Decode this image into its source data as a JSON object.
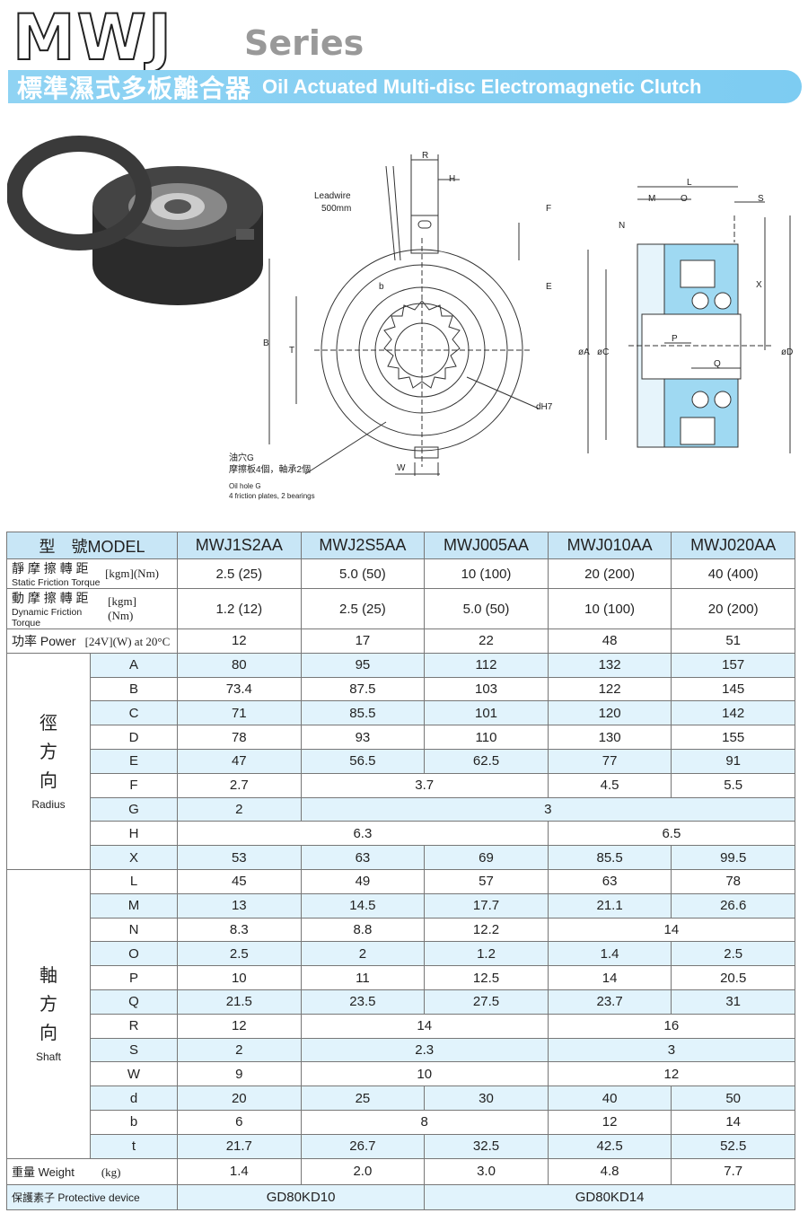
{
  "header": {
    "logo": "MWJ",
    "series": "Series",
    "title_zh": "標準濕式多板離合器",
    "title_en": "Oil Actuated Multi-disc Electromagnetic Clutch"
  },
  "diagram": {
    "leadwire": "Leadwire",
    "leadwire_len": "500mm",
    "front_labels": {
      "R": "R",
      "H": "H",
      "F": "F",
      "E": "E",
      "B": "B",
      "T": "T",
      "b": "b",
      "dH7": "dH7",
      "W": "W"
    },
    "side_labels": {
      "L": "L",
      "M": "M",
      "O": "O",
      "S": "S",
      "N": "N",
      "X": "X",
      "P": "P",
      "Q": "Q",
      "A": "øA",
      "C": "øC",
      "D": "øD"
    },
    "note_zh_1": "油穴G",
    "note_zh_2": "摩擦板4個，軸承2個",
    "note_en_1": "Oil hole G",
    "note_en_2": "4 friction plates, 2 bearings"
  },
  "table": {
    "model_label": "型　號MODEL",
    "models": [
      "MWJ1S2AA",
      "MWJ2S5AA",
      "MWJ005AA",
      "MWJ010AA",
      "MWJ020AA"
    ],
    "static": {
      "zh": "靜 摩 擦 轉 距",
      "en": "Static Friction Torque",
      "unit": "[kgm](Nm)",
      "values": [
        "2.5 (25)",
        "5.0 (50)",
        "10 (100)",
        "20 (200)",
        "40 (400)"
      ]
    },
    "dynamic": {
      "zh": "動 摩 擦 轉 距",
      "en": "Dynamic Friction Torque",
      "unit": "[kgm](Nm)",
      "values": [
        "1.2 (12)",
        "2.5 (25)",
        "5.0 (50)",
        "10 (100)",
        "20 (200)"
      ]
    },
    "power": {
      "label": "功率 Power",
      "unit": "[24V](W) at 20°C",
      "values": [
        "12",
        "17",
        "22",
        "48",
        "51"
      ]
    },
    "radius": {
      "zh": [
        "徑",
        "方",
        "向"
      ],
      "en": "Radius",
      "rows": [
        {
          "key": "A",
          "cells": [
            [
              "80",
              1
            ],
            [
              "95",
              1
            ],
            [
              "112",
              1
            ],
            [
              "132",
              1
            ],
            [
              "157",
              1
            ]
          ]
        },
        {
          "key": "B",
          "cells": [
            [
              "73.4",
              1
            ],
            [
              "87.5",
              1
            ],
            [
              "103",
              1
            ],
            [
              "122",
              1
            ],
            [
              "145",
              1
            ]
          ]
        },
        {
          "key": "C",
          "cells": [
            [
              "71",
              1
            ],
            [
              "85.5",
              1
            ],
            [
              "101",
              1
            ],
            [
              "120",
              1
            ],
            [
              "142",
              1
            ]
          ]
        },
        {
          "key": "D",
          "cells": [
            [
              "78",
              1
            ],
            [
              "93",
              1
            ],
            [
              "110",
              1
            ],
            [
              "130",
              1
            ],
            [
              "155",
              1
            ]
          ]
        },
        {
          "key": "E",
          "cells": [
            [
              "47",
              1
            ],
            [
              "56.5",
              1
            ],
            [
              "62.5",
              1
            ],
            [
              "77",
              1
            ],
            [
              "91",
              1
            ]
          ]
        },
        {
          "key": "F",
          "cells": [
            [
              "2.7",
              1
            ],
            [
              "3.7",
              2
            ],
            [
              "4.5",
              1
            ],
            [
              "5.5",
              1
            ]
          ]
        },
        {
          "key": "G",
          "cells": [
            [
              "2",
              1
            ],
            [
              "3",
              4
            ]
          ]
        },
        {
          "key": "H",
          "cells": [
            [
              "6.3",
              3
            ],
            [
              "6.5",
              2
            ]
          ]
        },
        {
          "key": "X",
          "cells": [
            [
              "53",
              1
            ],
            [
              "63",
              1
            ],
            [
              "69",
              1
            ],
            [
              "85.5",
              1
            ],
            [
              "99.5",
              1
            ]
          ]
        }
      ]
    },
    "shaft": {
      "zh": [
        "軸",
        "方",
        "向"
      ],
      "en": "Shaft",
      "rows": [
        {
          "key": "L",
          "cells": [
            [
              "45",
              1
            ],
            [
              "49",
              1
            ],
            [
              "57",
              1
            ],
            [
              "63",
              1
            ],
            [
              "78",
              1
            ]
          ]
        },
        {
          "key": "M",
          "cells": [
            [
              "13",
              1
            ],
            [
              "14.5",
              1
            ],
            [
              "17.7",
              1
            ],
            [
              "21.1",
              1
            ],
            [
              "26.6",
              1
            ]
          ]
        },
        {
          "key": "N",
          "cells": [
            [
              "8.3",
              1
            ],
            [
              "8.8",
              1
            ],
            [
              "12.2",
              1
            ],
            [
              "14",
              2
            ]
          ]
        },
        {
          "key": "O",
          "cells": [
            [
              "2.5",
              1
            ],
            [
              "2",
              1
            ],
            [
              "1.2",
              1
            ],
            [
              "1.4",
              1
            ],
            [
              "2.5",
              1
            ]
          ]
        },
        {
          "key": "P",
          "cells": [
            [
              "10",
              1
            ],
            [
              "11",
              1
            ],
            [
              "12.5",
              1
            ],
            [
              "14",
              1
            ],
            [
              "20.5",
              1
            ]
          ]
        },
        {
          "key": "Q",
          "cells": [
            [
              "21.5",
              1
            ],
            [
              "23.5",
              1
            ],
            [
              "27.5",
              1
            ],
            [
              "23.7",
              1
            ],
            [
              "31",
              1
            ]
          ]
        },
        {
          "key": "R",
          "cells": [
            [
              "12",
              1
            ],
            [
              "14",
              2
            ],
            [
              "16",
              2
            ]
          ]
        },
        {
          "key": "S",
          "cells": [
            [
              "2",
              1
            ],
            [
              "2.3",
              2
            ],
            [
              "3",
              2
            ]
          ]
        },
        {
          "key": "W",
          "cells": [
            [
              "9",
              1
            ],
            [
              "10",
              2
            ],
            [
              "12",
              2
            ]
          ]
        },
        {
          "key": "d",
          "cells": [
            [
              "20",
              1
            ],
            [
              "25",
              1
            ],
            [
              "30",
              1
            ],
            [
              "40",
              1
            ],
            [
              "50",
              1
            ]
          ]
        },
        {
          "key": "b",
          "cells": [
            [
              "6",
              1
            ],
            [
              "8",
              2
            ],
            [
              "12",
              1
            ],
            [
              "14",
              1
            ]
          ]
        },
        {
          "key": "t",
          "cells": [
            [
              "21.7",
              1
            ],
            [
              "26.7",
              1
            ],
            [
              "32.5",
              1
            ],
            [
              "42.5",
              1
            ],
            [
              "52.5",
              1
            ]
          ]
        }
      ]
    },
    "weight": {
      "label": "重量 Weight",
      "unit": "(kg)",
      "values": [
        "1.4",
        "2.0",
        "3.0",
        "4.8",
        "7.7"
      ]
    },
    "protective": {
      "label": "保護素子 Protective device",
      "cells": [
        [
          "GD80KD10",
          2
        ],
        [
          "GD80KD14",
          3
        ]
      ]
    }
  },
  "colors": {
    "banner": "#85cff2",
    "row_blue": "#e1f3fc",
    "header_blue": "#c8e6f6"
  }
}
